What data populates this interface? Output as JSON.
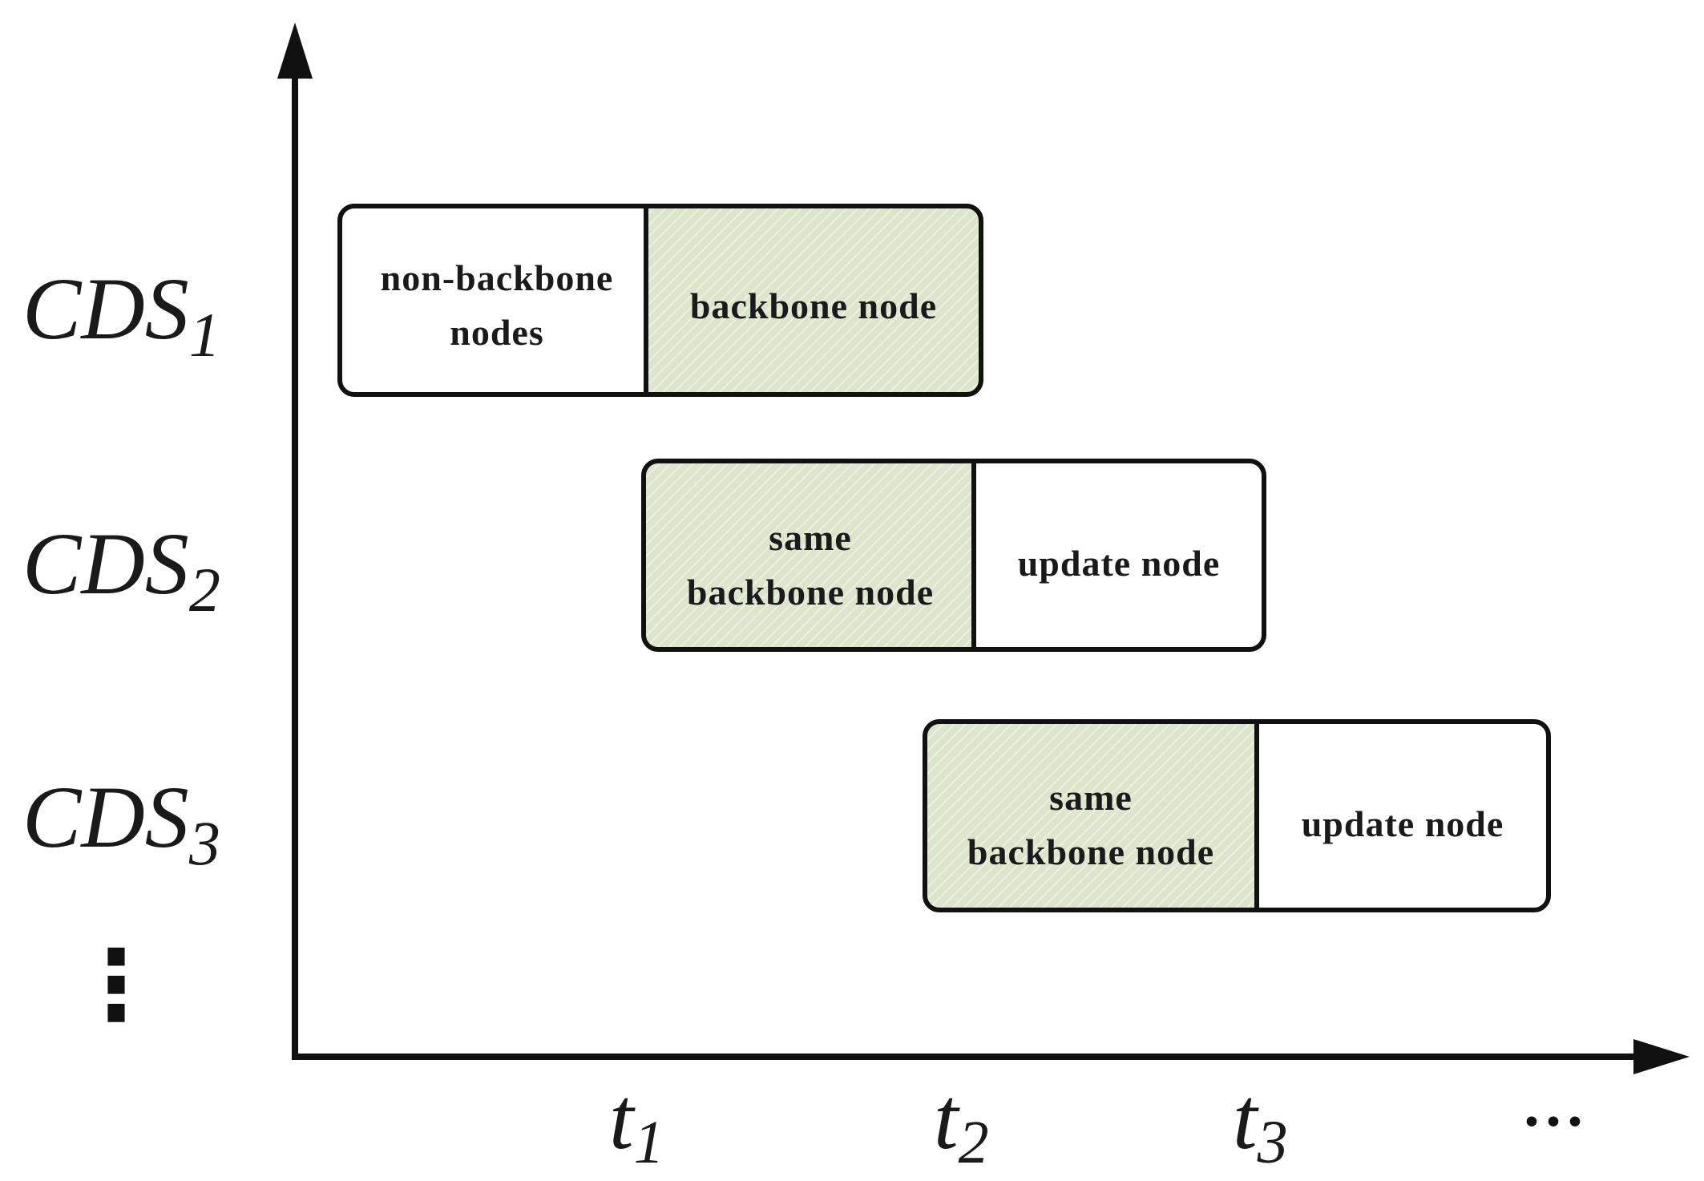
{
  "colors": {
    "backbone_fill": "#dde6cc",
    "hatch_stroke": "#eef3e4",
    "line": "#111111",
    "background": "#ffffff"
  },
  "rows": [
    {
      "label_main": "CDS",
      "label_sub": "1",
      "segments": [
        {
          "lines": [
            "non-backbone",
            "nodes"
          ],
          "shaded": false
        },
        {
          "lines": [
            "backbone node"
          ],
          "shaded": true
        }
      ]
    },
    {
      "label_main": "CDS",
      "label_sub": "2",
      "segments": [
        {
          "lines": [
            "same",
            "backbone node"
          ],
          "shaded": true
        },
        {
          "lines": [
            "update node"
          ],
          "shaded": false
        }
      ]
    },
    {
      "label_main": "CDS",
      "label_sub": "3",
      "segments": [
        {
          "lines": [
            "same",
            "backbone node"
          ],
          "shaded": true
        },
        {
          "lines": [
            "update node"
          ],
          "shaded": false
        }
      ]
    }
  ],
  "y_continuation": "⋮",
  "x_ticks": [
    {
      "main": "t",
      "sub": "1"
    },
    {
      "main": "t",
      "sub": "2"
    },
    {
      "main": "t",
      "sub": "3"
    }
  ],
  "x_continuation": "•••"
}
